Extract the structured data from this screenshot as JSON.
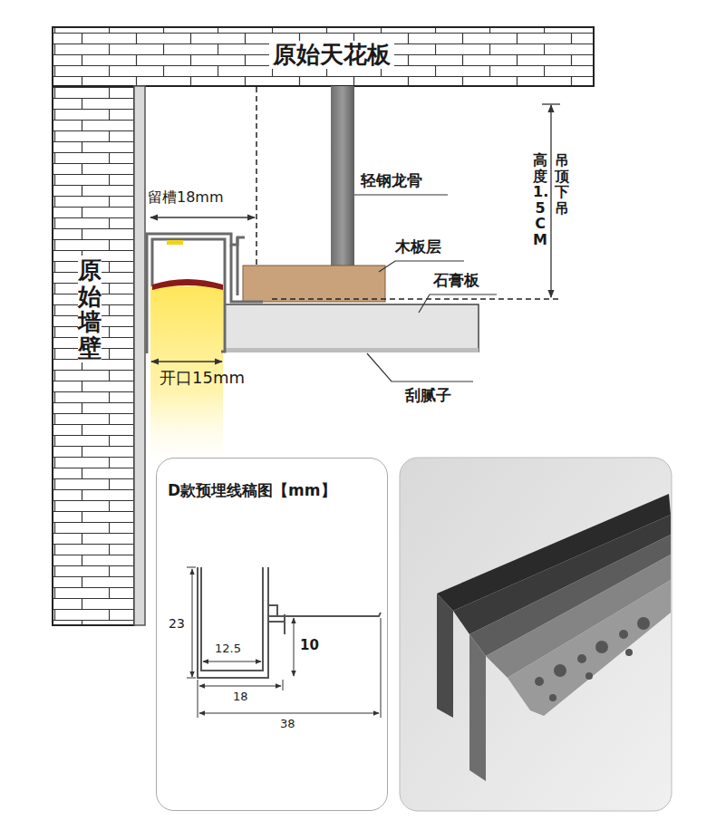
{
  "diagram": {
    "nodes": [
      {
        "text": [
          "D款预埋线稿图【mm】"
        ]
      }
    ],
    "labels": [
      "原始天花板",
      "留槽18mm",
      "轻钢龙骨",
      "吊顶下吊",
      "高度1.5CM",
      "原始墙壁",
      "木板层",
      "石膏板",
      "开口15mm",
      "刮腻子",
      "23",
      "12.5",
      "10",
      "18",
      "38"
    ]
  }
}
